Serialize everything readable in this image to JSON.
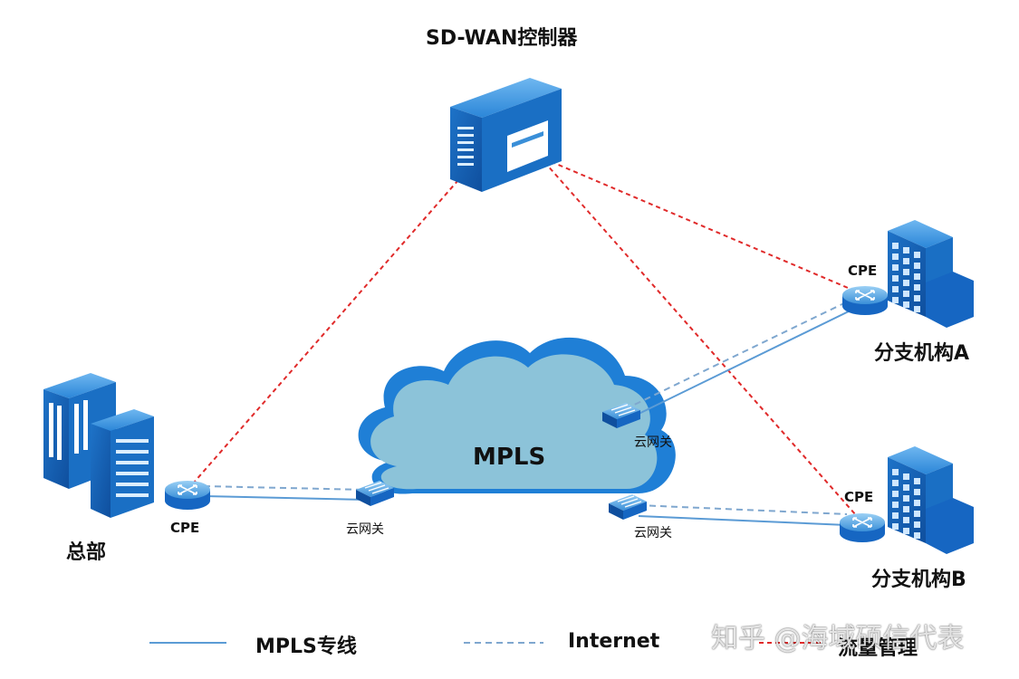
{
  "labels": {
    "controller": "SD-WAN控制器",
    "hq": "总部",
    "branch_a": "分支机构A",
    "branch_b": "分支机构B",
    "cloud": "MPLS",
    "cpe": "CPE",
    "cloud_gateway": "云网关"
  },
  "legend": {
    "mpls": "MPLS专线",
    "internet": "Internet",
    "traffic": "流量管理"
  },
  "watermark": "知乎 @海域硕信代表",
  "colors": {
    "mpls_line": "#5b9bd5",
    "internet_line": "#7fa7cf",
    "traffic_line": "#e02a2a",
    "cloud_fill": "#8cc3d9",
    "cloud_edge": "#1f7fd6",
    "device_blue": "#1666c2"
  },
  "icons": {
    "controller": "server-icon",
    "hq": "datacenter-icon",
    "branch": "office-building-icon",
    "cpe": "router-icon",
    "gateway": "switch-icon"
  }
}
